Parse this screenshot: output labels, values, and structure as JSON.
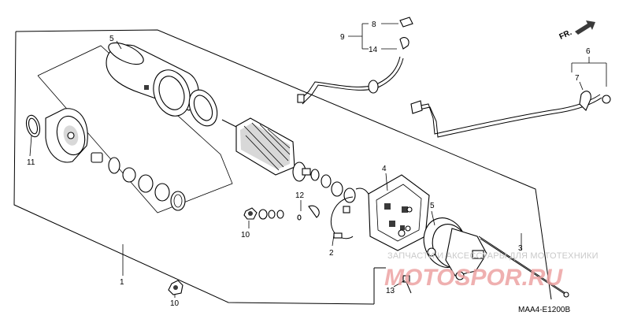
{
  "diagram": {
    "direction_label": "FR.",
    "drawing_code": "MAA4-E1200B",
    "watermark_text": "ЗАПЧАСТИ И АКСЕССУАРЫ ДЛЯ МОТОТЕХНИКИ",
    "watermark_logo": "MOTOSPOR.RU",
    "callouts": {
      "c1": "1",
      "c2": "2",
      "c3": "3",
      "c4": "4",
      "c5a": "5",
      "c5b": "5",
      "c6": "6",
      "c7": "7",
      "c8": "8",
      "c9": "9",
      "c10a": "10",
      "c10b": "10",
      "c11": "11",
      "c12": "12",
      "c13": "13",
      "c14": "14"
    },
    "colors": {
      "line": "#000000",
      "watermark_logo": "#eda3a3",
      "watermark_text": "#c9c9c9"
    }
  }
}
